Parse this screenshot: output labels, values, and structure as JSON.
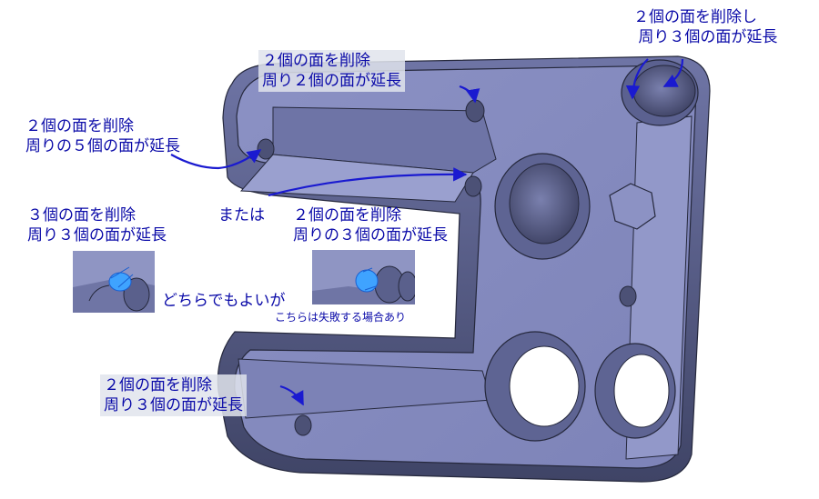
{
  "colors": {
    "part_face": "#8e94c4",
    "part_shadow": "#4a5077",
    "edge": "#25283c",
    "annotation": "#0a0aa8",
    "arrow": "#1a1ad0",
    "selection": "#3fa3ff"
  },
  "annotations": {
    "top_right": "２個の面を削除し\n 周り３個の面が延長",
    "top_center": "２個の面を削除\n周り２個の面が延長",
    "left_upper": "２個の面を削除\n周りの５個の面が延長",
    "left_inset_caption": "３個の面を削除\n周り３個の面が延長",
    "or_text": "または",
    "mid_inset_caption": "２個の面を削除\n周りの３個の面が延長",
    "either_ok": "どちらでもよいが",
    "this_fails": "こちらは失敗する場合あり",
    "bottom_left": "２個の面を削除\n周り３個の面が延長"
  },
  "icons": {
    "left_inset": "selected-cylinder-face-icon",
    "mid_inset": "selected-cylinder-face-icon"
  }
}
